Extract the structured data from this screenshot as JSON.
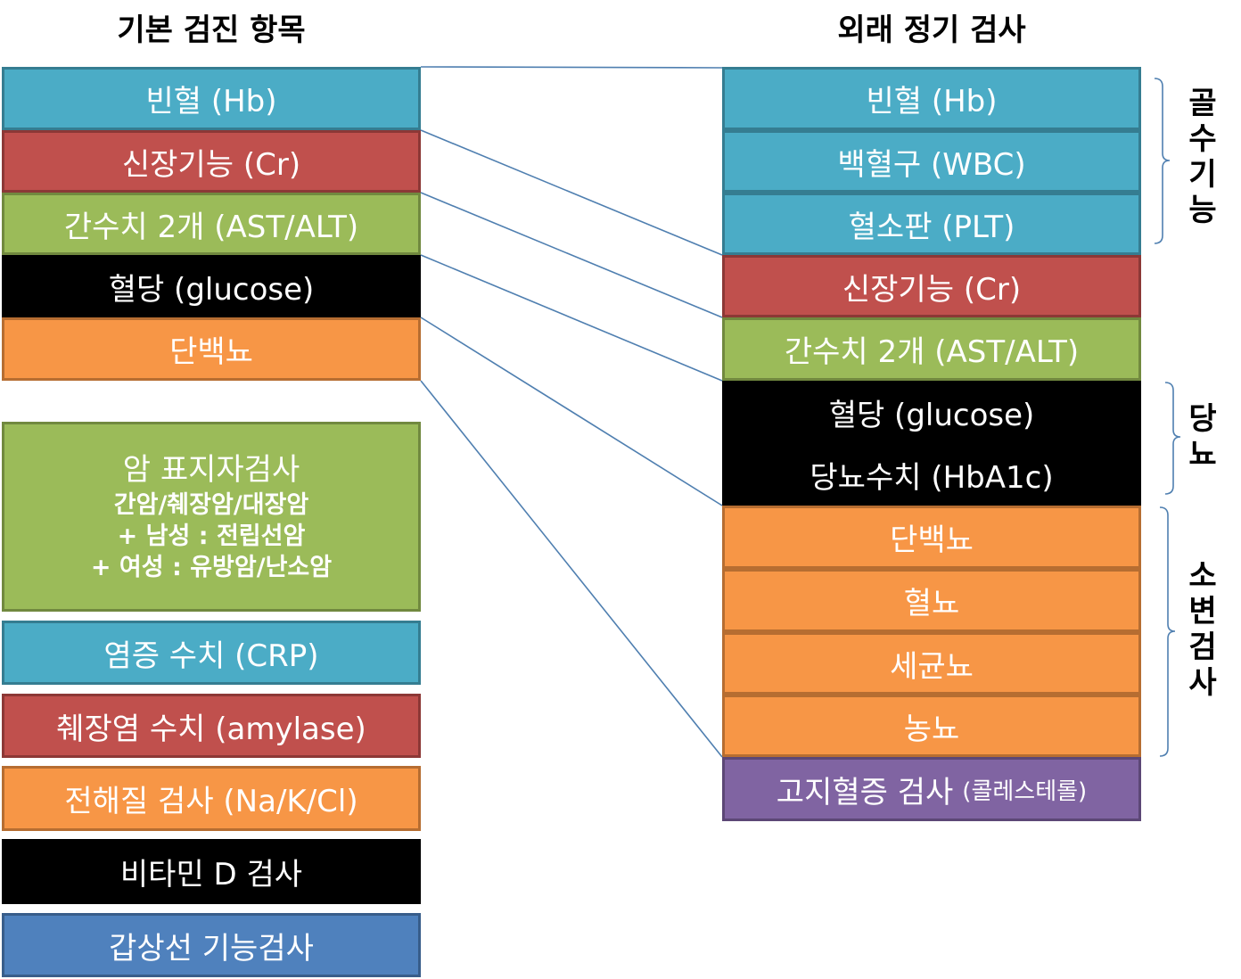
{
  "headings": {
    "left": "기본 검진 항목",
    "right": "외래 정기 검사"
  },
  "left_boxes": {
    "hb": "빈혈 (Hb)",
    "cr": "신장기능 (Cr)",
    "ast": "간수치 2개 (AST/ALT)",
    "glucose": "혈당 (glucose)",
    "protein": "단백뇨",
    "cancer": {
      "title": "암 표지자검사",
      "line1": "간암/췌장암/대장암",
      "line2": "+ 남성 : 전립선암",
      "line3": "+ 여성 : 유방암/난소암"
    },
    "crp": "염증 수치 (CRP)",
    "amylase": "췌장염 수치 (amylase)",
    "electrolyte": "전해질 검사 (Na/K/Cl)",
    "vitd": "비타민 D 검사",
    "thyroid": "갑상선 기능검사"
  },
  "right_boxes": {
    "hb": "빈혈 (Hb)",
    "wbc": "백혈구 (WBC)",
    "plt": "혈소판 (PLT)",
    "cr": "신장기능 (Cr)",
    "ast": "간수치 2개 (AST/ALT)",
    "glucose": "혈당 (glucose)",
    "hba1c": "당뇨수치 (HbA1c)",
    "protein": "단백뇨",
    "hematuria": "혈뇨",
    "bacteriuria": "세균뇨",
    "pyuria": "농뇨",
    "lipid": {
      "main": "고지혈증 검사",
      "sub": "(콜레스테롤)"
    }
  },
  "group_labels": {
    "marrow": [
      "골",
      "수",
      "기",
      "능"
    ],
    "diabetes": [
      "당",
      "뇨"
    ],
    "urine": [
      "소",
      "변",
      "검",
      "사"
    ]
  }
}
